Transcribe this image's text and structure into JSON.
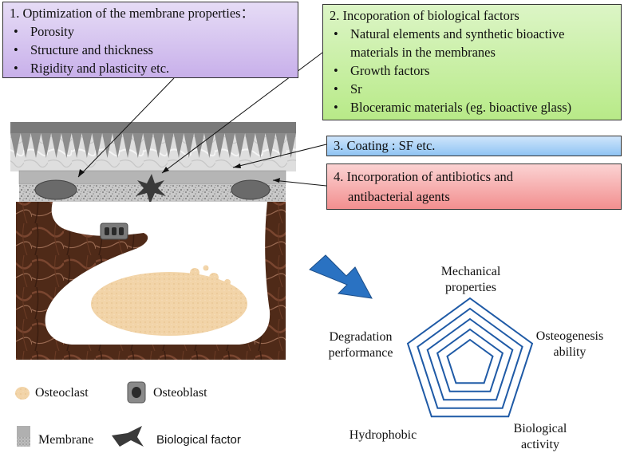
{
  "boxes": {
    "optimization": {
      "title": "1. Optimization of the membrane properties：",
      "items": [
        "Porosity",
        "Structure and thickness",
        "Rigidity and plasticity etc."
      ]
    },
    "biological": {
      "title": "2. Incoporation of biological factors",
      "items": [
        "Natural elements and synthetic bioactive materials in the membranes",
        "Growth factors",
        "Sr",
        "Bloceramic materials (eg. bioactive glass)"
      ]
    },
    "coating": {
      "title": "3. Coating : SF etc."
    },
    "antibiotics": {
      "line1": "4. Incorporation of antibiotics and",
      "line2": "antibacterial agents"
    }
  },
  "radar": {
    "mechanical": [
      "Mechanical",
      "properties"
    ],
    "osteogenesis": [
      "Osteogenesis",
      "ability"
    ],
    "biological": [
      "Biological",
      "activity"
    ],
    "hydrophobic": "Hydrophobic",
    "degradation": [
      "Degradation",
      "performance"
    ]
  },
  "legend": {
    "osteoclast": "Osteoclast",
    "osteoblast": "Osteoblast",
    "membrane": "Membrane",
    "biological_factor": "Biological factor"
  },
  "colors": {
    "radar_stroke": "#1f5aa6",
    "arrow_fill": "#2a72c2",
    "bone_dark": "#5a2e1a",
    "osteoclast": "#f2d4a8"
  }
}
